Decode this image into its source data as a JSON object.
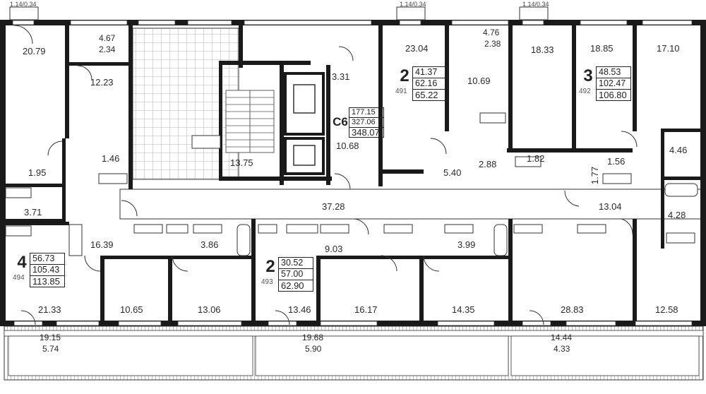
{
  "top_labels": [
    "1.14/0.34",
    "1.14/0.34",
    "1.14/0.34"
  ],
  "apartments": [
    {
      "id": "apt-491",
      "rooms": "2",
      "areas": [
        "41.37",
        "62.16",
        "65.22"
      ],
      "number": "491"
    },
    {
      "id": "apt-492",
      "rooms": "3",
      "areas": [
        "48.53",
        "102.47",
        "106.80"
      ],
      "number": "492"
    },
    {
      "id": "apt-c6",
      "rooms": "C6",
      "areas": [
        "177.15",
        "327.06",
        "348.07"
      ],
      "number": ""
    },
    {
      "id": "apt-494",
      "rooms": "4",
      "areas": [
        "56.73",
        "105.43",
        "113.85"
      ],
      "number": "494"
    },
    {
      "id": "apt-493",
      "rooms": "2",
      "areas": [
        "30.52",
        "57.00",
        "62.90"
      ],
      "number": "493"
    }
  ],
  "rooms": [
    "20.79",
    "4.67",
    "2.34",
    "12.23",
    "1.46",
    "1.95",
    "3.71",
    "16.39",
    "3.31",
    "13.75",
    "10.68",
    "23.04",
    "4.76",
    "2.38",
    "10.69",
    "5.40",
    "2.88",
    "18.33",
    "1.82",
    "18.85",
    "17.10",
    "1.56",
    "1.77",
    "4.46",
    "37.28",
    "13.04",
    "4.28",
    "3.86",
    "9.03",
    "3.99",
    "21.33",
    "10.65",
    "13.06",
    "13.46",
    "16.17",
    "14.35",
    "28.83",
    "12.58"
  ],
  "balconies": [
    {
      "area": "19.15",
      "sub": "5.74"
    },
    {
      "area": "19.68",
      "sub": "5.90"
    },
    {
      "area": "14.44",
      "sub": "4.33"
    }
  ],
  "colors": {
    "wall": "#1a1a1a",
    "line": "#333333",
    "tile": "#9a9a9a"
  }
}
